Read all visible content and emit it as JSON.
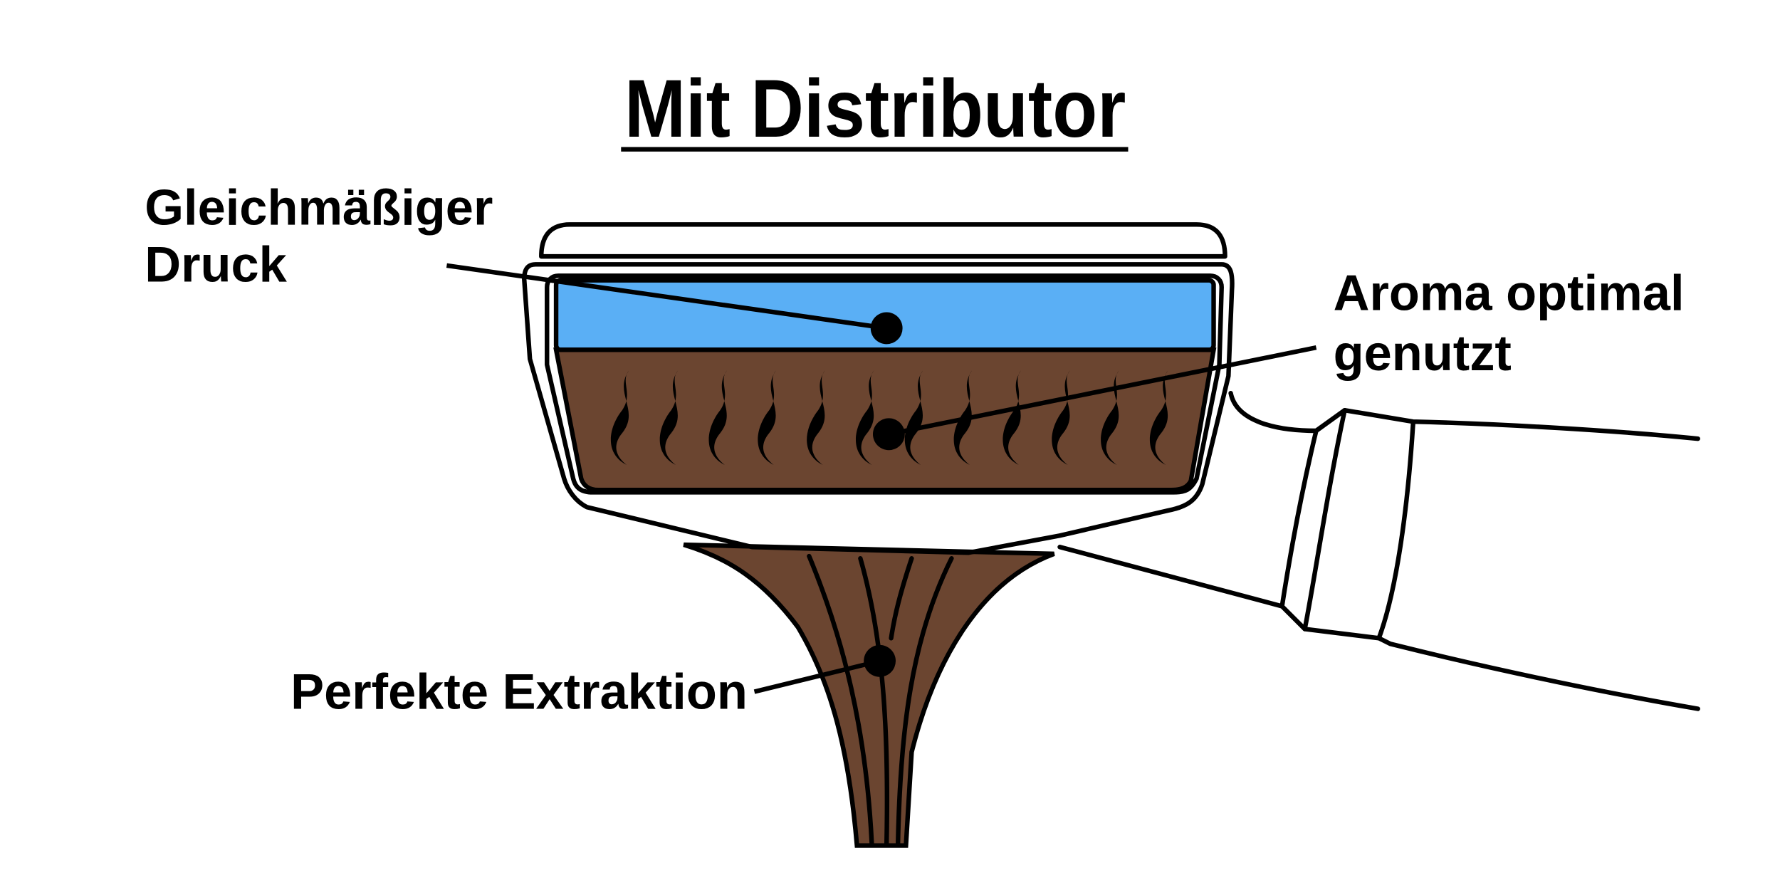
{
  "title": "Mit Distributor",
  "labels": {
    "pressure_line1": "Gleichmäßiger",
    "pressure_line2": "Druck",
    "aroma_line1": "Aroma optimal",
    "aroma_line2": "genutzt",
    "extraction": "Perfekte Extraktion"
  },
  "colors": {
    "water": "#5aaff5",
    "coffee": "#6b4530",
    "outline": "#000000"
  }
}
